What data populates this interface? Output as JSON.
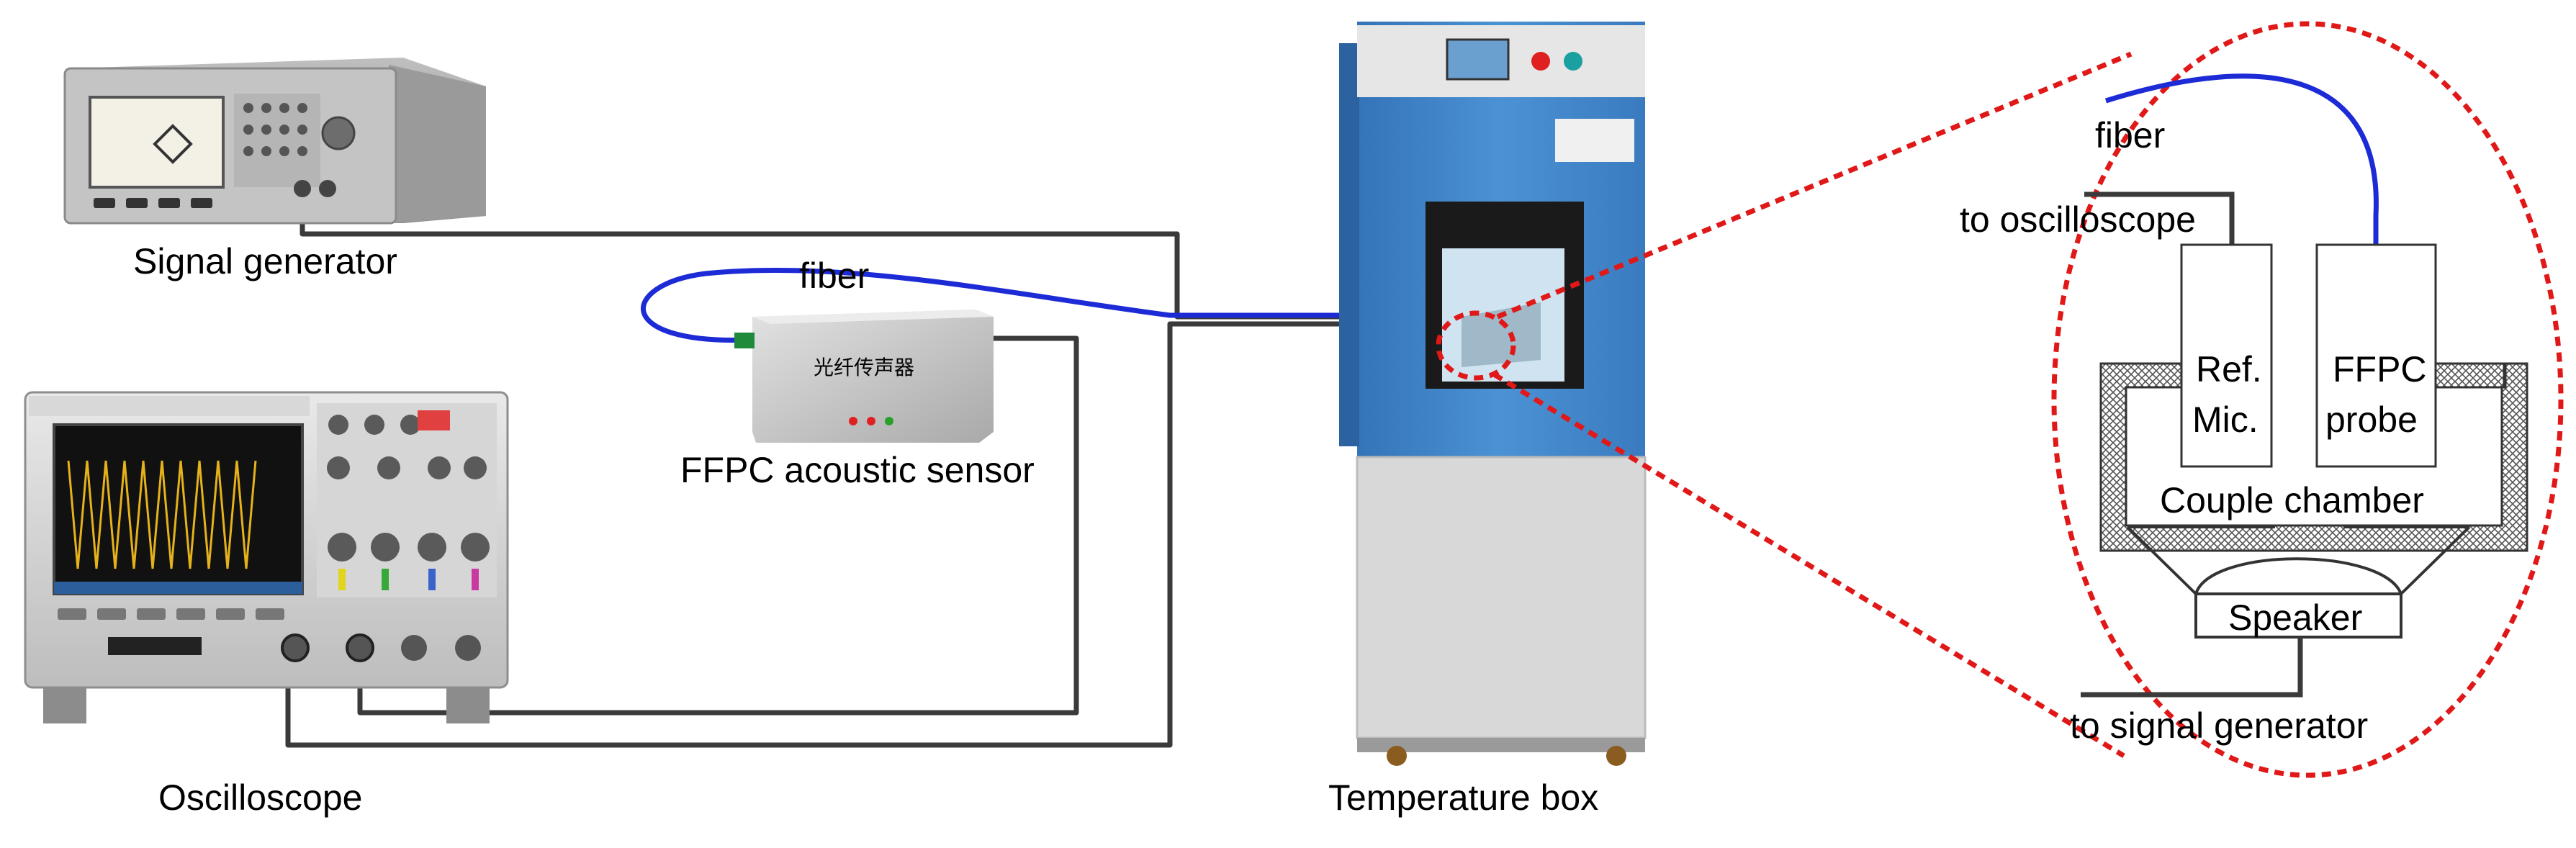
{
  "labels": {
    "signal_generator": "Signal generator",
    "oscilloscope": "Oscilloscope",
    "fiber_left": "fiber",
    "ffpc_sensor": "FFPC acoustic sensor",
    "temperature_box": "Temperature box",
    "fiber_right": "fiber",
    "to_oscilloscope": "to oscilloscope",
    "ref_mic_line1": "Ref.",
    "ref_mic_line2": "Mic.",
    "ffpc_probe_line1": "FFPC",
    "ffpc_probe_line2": "probe",
    "couple_chamber": "Couple chamber",
    "speaker": "Speaker",
    "to_signal_generator": "to signal generator"
  },
  "sensor_box_text": "光纤传声器",
  "colors": {
    "fiber": "#1d2bd6",
    "cable": "#3a3a3a",
    "zoom_circle": "#e01818",
    "chamber_blue": "#3f84c8",
    "device_gray": "#c9c9c9"
  },
  "icons": {
    "signal_generator": "function-generator-icon",
    "oscilloscope": "oscilloscope-icon",
    "sensor": "sensor-box-icon",
    "chamber": "climate-chamber-icon"
  }
}
